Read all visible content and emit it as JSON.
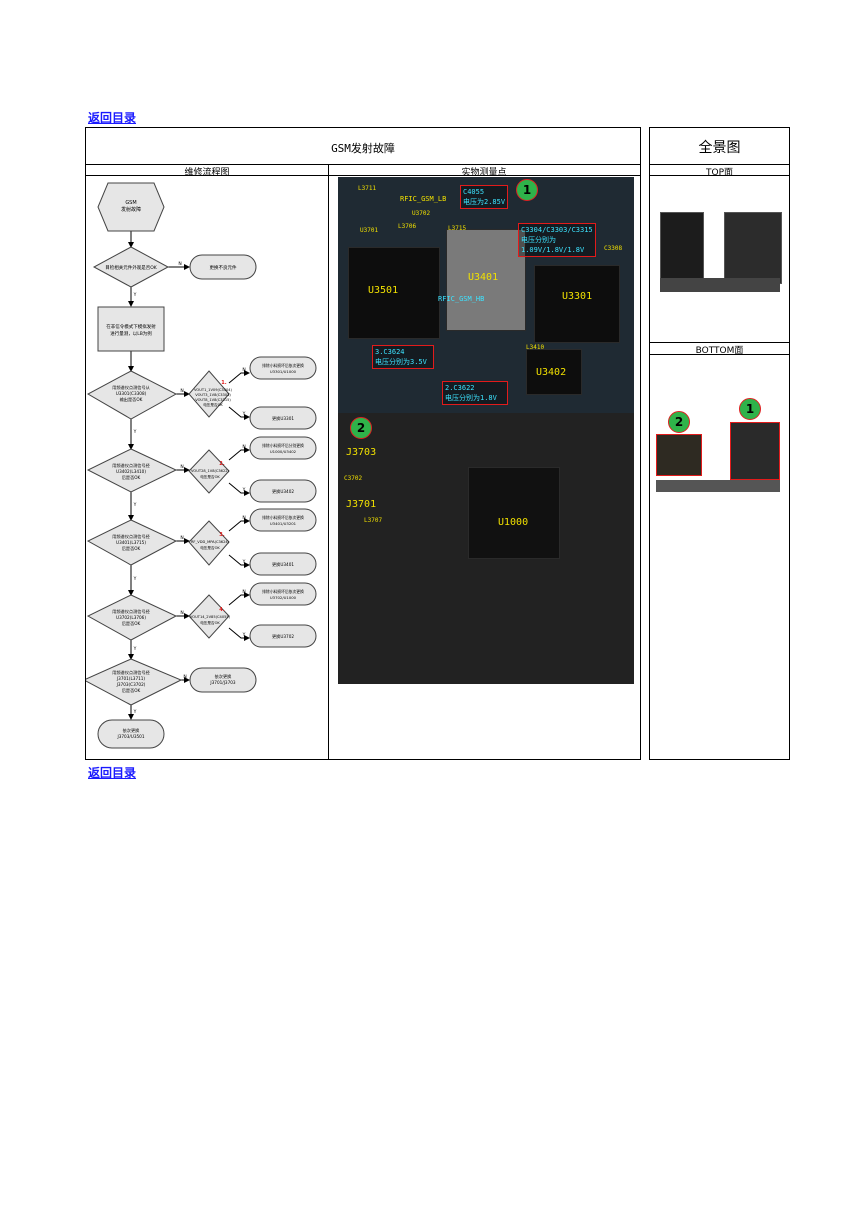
{
  "links": {
    "back_top": "返回目录",
    "back_bottom": "返回目录"
  },
  "main": {
    "title": "GSM发射故障",
    "flow_header": "维修流程图",
    "photo_header": "实物测量点"
  },
  "side": {
    "title": "全景图",
    "top_label": "TOP面",
    "bottom_label": "BOTTOM面",
    "badge_1": "1",
    "badge_2": "2"
  },
  "flow": {
    "start": [
      "GSM",
      "发射故障"
    ],
    "q1": "目检相关元件外观是否OK",
    "a1": "更换不良元件",
    "box1": [
      "在非信令模式下模拟发射",
      "进行量测，以LB为例"
    ],
    "q2": [
      "用频谱仪点测信号从",
      "U3301(C3308)",
      "输出是否OK"
    ],
    "m1": [
      "1.量测",
      "VOUT1_1V09(C3304)",
      "VOUT3_1V8(C3303)",
      "VOUT8_1V8(C3315)",
      "电压是否OK"
    ],
    "m1_num": "1.",
    "r1a": [
      "排除小料损坏后依次更换",
      "U3301/U1000"
    ],
    "r1b": "更换U3301",
    "q3": [
      "用频谱仪点测信号经",
      "U3402(L3410)",
      "后是否OK"
    ],
    "m2": [
      "2.量测",
      "VOUT28_1V8(C3622)",
      "电压是否OK"
    ],
    "m2_num": "2.",
    "r2a": [
      "排除小料损坏后分别更换",
      "U1000/U3402"
    ],
    "r2b": "更换U3402",
    "q4": [
      "用频谱仪点测信号经",
      "U3401(L3715)",
      "后是否OK"
    ],
    "m3": [
      "3.量测",
      "RF_VDD_MPA(C3624)",
      "电压是否OK"
    ],
    "m3_num": "3.",
    "r3a": [
      "排除小料损坏后依次更换",
      "U3401/U3201"
    ],
    "r3b": "更换U3401",
    "q5": [
      "用频谱仪点测信号经",
      "U3702(L3706)",
      "后是否OK"
    ],
    "m4": [
      "4.量测",
      "VOUT14_2V85(C4055)",
      "电压是否OK"
    ],
    "m4_num": "4.",
    "r4a": [
      "排除小料损坏后依次更换",
      "U3702/U1000"
    ],
    "r4b": "更换U3702",
    "q6": [
      "用频谱仪点测信号经",
      "J3701(L3711)",
      "J3703(C3702)",
      "后是否OK"
    ],
    "a6": [
      "依次更换",
      "J3701/J3703"
    ],
    "end": [
      "依次更换",
      "J3703/U3501"
    ],
    "yes": "Y",
    "no": "N"
  },
  "photo": {
    "chips": [
      "U3501",
      "U3401",
      "U3301",
      "U3402",
      "U1000"
    ],
    "connectors": [
      "J3703",
      "J3701"
    ],
    "nets": [
      "RFIC_GSM_LB",
      "RFIC_GSM_HB"
    ],
    "small_labels": [
      "U3702",
      "U3701",
      "L3711",
      "L3706",
      "L3715",
      "L3410",
      "C3308",
      "C3702",
      "L3707"
    ],
    "anno1": [
      "C4055",
      "电压为2.85V"
    ],
    "anno2": [
      "C3304/C3303/C3315",
      "电压分别为",
      "1.09V/1.8V/1.8V"
    ],
    "anno3": [
      "3.C3624",
      "电压分别为3.5V"
    ],
    "anno3_num": "3.",
    "anno4": [
      "2.C3622",
      "电压分别为1.8V"
    ],
    "anno4_num": "2.",
    "badge_1": "1",
    "badge_2": "2"
  },
  "colors": {
    "link": "#1a1aff",
    "badge": "#2fb34a",
    "annotation_border": "#e21b1b",
    "annotation_text": "#3de3ff",
    "chip_label": "#f1e000",
    "step_number": "#e21b1b"
  }
}
